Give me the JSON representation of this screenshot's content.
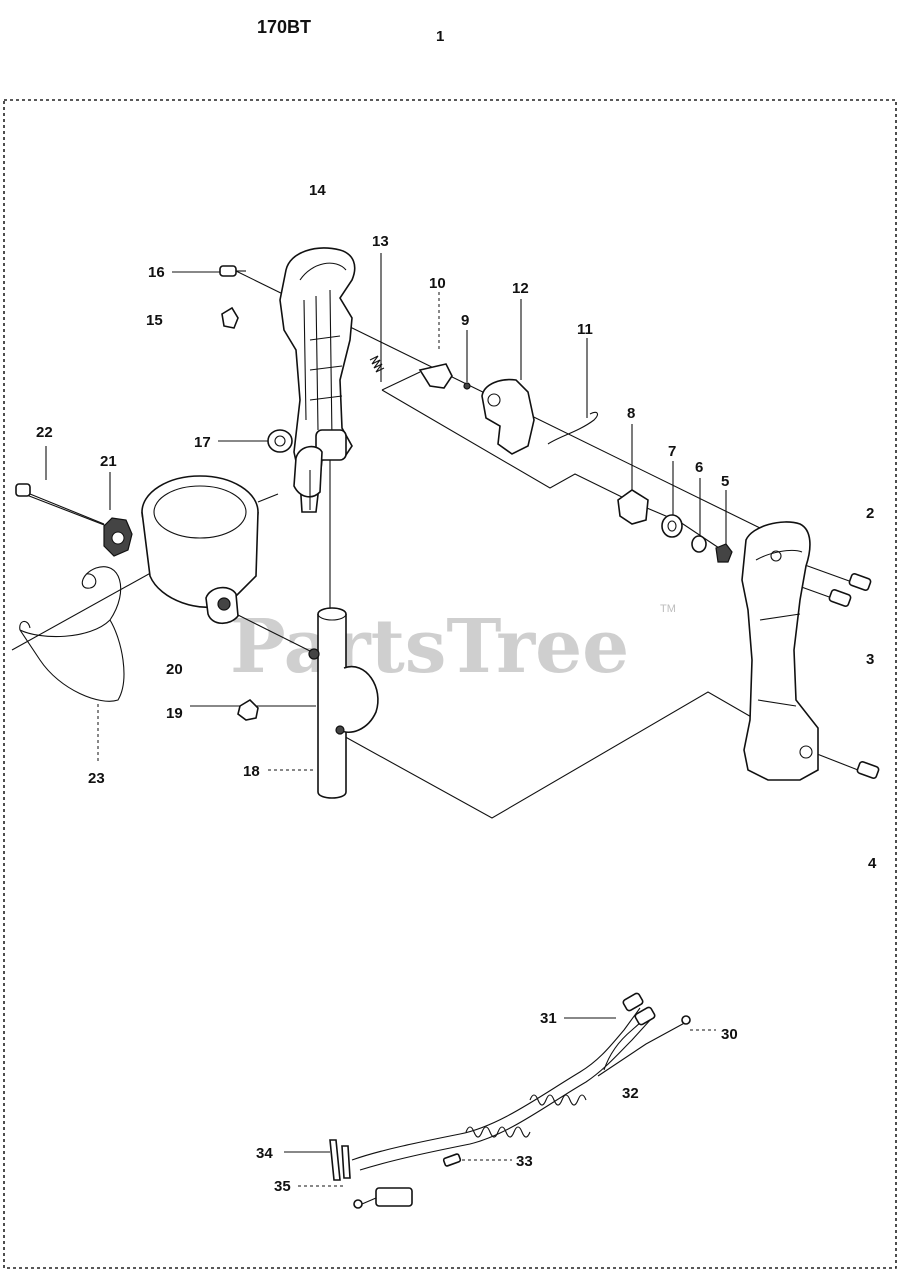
{
  "header": {
    "model": "170BT",
    "page_number": "1"
  },
  "watermark": {
    "text": "PartsTree",
    "trademark": "TM"
  },
  "callouts": {
    "c2": "2",
    "c3": "3",
    "c4": "4",
    "c5": "5",
    "c6": "6",
    "c7": "7",
    "c8": "8",
    "c9": "9",
    "c10": "10",
    "c11": "11",
    "c12": "12",
    "c13": "13",
    "c14": "14",
    "c15": "15",
    "c16": "16",
    "c17": "17",
    "c18": "18",
    "c19": "19",
    "c20": "20",
    "c21": "21",
    "c22": "22",
    "c23": "23",
    "c30": "30",
    "c31": "31",
    "c32": "32",
    "c33": "33",
    "c34": "34",
    "c35": "35"
  }
}
